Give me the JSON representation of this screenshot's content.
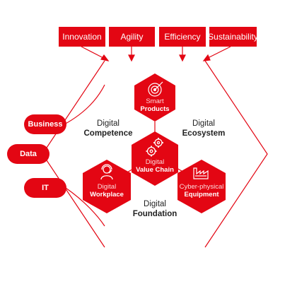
{
  "top_labels": [
    "Innovation",
    "Agility",
    "Efficiency",
    "Sustainability"
  ],
  "side_labels": [
    "Business",
    "Data",
    "IT"
  ],
  "regions": {
    "competence": {
      "line1": "Digital",
      "line2": "Competence"
    },
    "ecosystem": {
      "line1": "Digital",
      "line2": "Ecosystem"
    },
    "foundation": {
      "line1": "Digital",
      "line2": "Foundation"
    }
  },
  "hexagons": {
    "smart_products": {
      "line1": "Smart",
      "line2": "Products"
    },
    "value_chain": {
      "line1": "Digital",
      "line2": "Value Chain"
    },
    "workplace": {
      "line1": "Digital",
      "line2": "Workplace"
    },
    "cyber_physical": {
      "line1": "Cyber-physical",
      "line2": "Equipment"
    }
  },
  "colors": {
    "accent": "#e30613",
    "accent_dark": "#b5000d",
    "text": "#222222"
  }
}
